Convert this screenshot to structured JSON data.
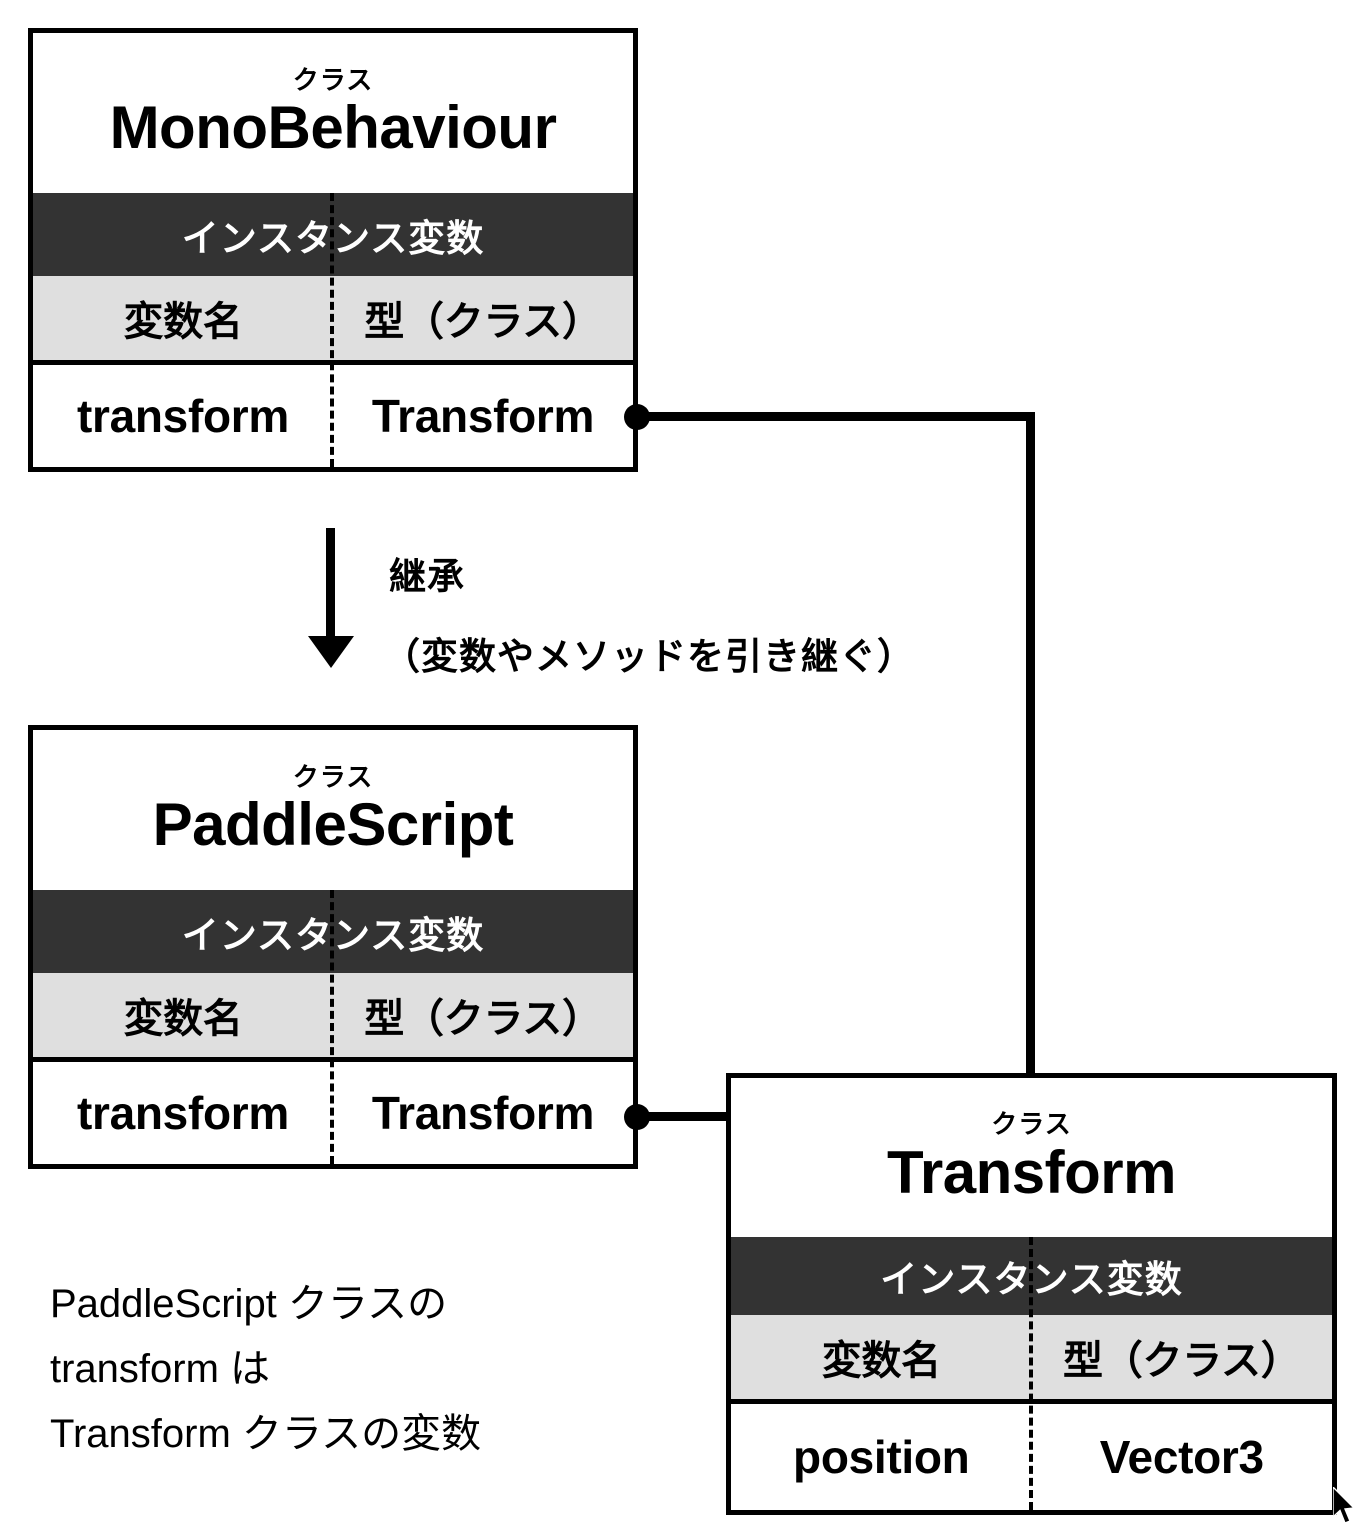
{
  "diagram": {
    "title": "Unity class relationship diagram",
    "colors": {
      "outline": "#000000",
      "section_band": "#333333",
      "column_header": "#dfdfdf",
      "background": "#ffffff"
    },
    "labels": {
      "stereotype": "クラス",
      "section_instance_vars": "インスタンス変数",
      "col_variable_name": "変数名",
      "col_type_class": "型（クラス）"
    },
    "boxes": [
      {
        "id": "monobehaviour",
        "stereotype": "クラス",
        "class_name": "MonoBehaviour",
        "section": "インスタンス変数",
        "columns": [
          "変数名",
          "型（クラス）"
        ],
        "rows": [
          {
            "name": "transform",
            "type": "Transform"
          }
        ]
      },
      {
        "id": "paddlescript",
        "stereotype": "クラス",
        "class_name": "PaddleScript",
        "section": "インスタンス変数",
        "columns": [
          "変数名",
          "型（クラス）"
        ],
        "rows": [
          {
            "name": "transform",
            "type": "Transform"
          }
        ]
      },
      {
        "id": "transform",
        "stereotype": "クラス",
        "class_name": "Transform",
        "section": "インスタンス変数",
        "columns": [
          "変数名",
          "型（クラス）"
        ],
        "rows": [
          {
            "name": "position",
            "type": "Vector3"
          }
        ]
      }
    ],
    "inheritance_arrow": {
      "label_line1": "継承",
      "label_line2": "（変数やメソッドを引き継ぐ）",
      "from": "MonoBehaviour",
      "to": "PaddleScript"
    },
    "caption": {
      "line1": "PaddleScript クラスの",
      "line2": "transform は",
      "line3": "Transform クラスの変数"
    },
    "cursor": {
      "icon": "arrow-pointer"
    }
  }
}
